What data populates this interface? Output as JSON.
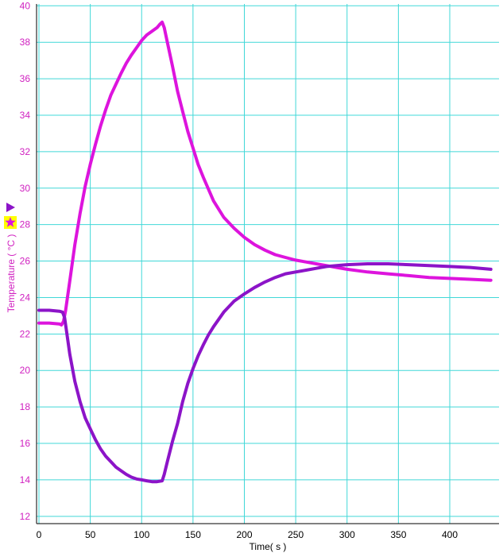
{
  "chart_data": {
    "type": "line",
    "xlabel": "Time( s )",
    "ylabel": "Temperature ( °C )",
    "xlim": [
      0,
      445
    ],
    "ylim": [
      11.6,
      40.1
    ],
    "xticks": [
      0,
      50,
      100,
      150,
      200,
      250,
      300,
      350,
      400
    ],
    "yticks": [
      12,
      14,
      16,
      18,
      20,
      22,
      24,
      26,
      28,
      30,
      32,
      34,
      36,
      38,
      40
    ],
    "grid": true,
    "legend": "left-side markers",
    "colors": {
      "grid": "#40d8d8",
      "ylabel": "#d020c0",
      "hot": "#dd14dd",
      "cold": "#8c14c8",
      "frame": "#000000"
    },
    "series": [
      {
        "marker": "star-icon",
        "color": "#dd14dd",
        "x": [
          0,
          10,
          20,
          22,
          24,
          25,
          26,
          28,
          30,
          35,
          40,
          45,
          50,
          55,
          60,
          65,
          70,
          75,
          80,
          85,
          90,
          95,
          100,
          105,
          110,
          115,
          118,
          120,
          122,
          125,
          130,
          135,
          140,
          145,
          150,
          155,
          160,
          170,
          180,
          190,
          200,
          210,
          220,
          230,
          240,
          250,
          260,
          270,
          280,
          290,
          300,
          320,
          340,
          360,
          380,
          400,
          420,
          440
        ],
        "y": [
          22.6,
          22.6,
          22.55,
          22.5,
          22.7,
          23.0,
          23.3,
          24.1,
          24.9,
          26.9,
          28.6,
          30.1,
          31.3,
          32.4,
          33.4,
          34.3,
          35.1,
          35.7,
          36.3,
          36.85,
          37.3,
          37.7,
          38.1,
          38.4,
          38.6,
          38.8,
          39.0,
          39.1,
          38.8,
          38.0,
          36.7,
          35.3,
          34.2,
          33.1,
          32.2,
          31.3,
          30.6,
          29.3,
          28.4,
          27.8,
          27.3,
          26.9,
          26.6,
          26.35,
          26.2,
          26.05,
          25.95,
          25.85,
          25.75,
          25.65,
          25.55,
          25.4,
          25.3,
          25.2,
          25.1,
          25.05,
          25.0,
          24.95
        ]
      },
      {
        "marker": "triangle-icon",
        "color": "#8c14c8",
        "x": [
          0,
          10,
          20,
          23,
          25,
          26,
          28,
          30,
          35,
          40,
          45,
          50,
          55,
          60,
          65,
          70,
          75,
          80,
          85,
          90,
          95,
          100,
          105,
          110,
          115,
          120,
          122,
          125,
          130,
          135,
          140,
          145,
          150,
          155,
          160,
          165,
          170,
          180,
          190,
          200,
          210,
          220,
          230,
          240,
          250,
          260,
          270,
          280,
          290,
          300,
          320,
          340,
          360,
          380,
          400,
          420,
          440
        ],
        "y": [
          23.3,
          23.3,
          23.25,
          23.2,
          22.9,
          22.5,
          21.7,
          20.9,
          19.4,
          18.3,
          17.4,
          16.8,
          16.2,
          15.7,
          15.3,
          15.0,
          14.7,
          14.5,
          14.3,
          14.15,
          14.05,
          14.0,
          13.95,
          13.9,
          13.9,
          13.95,
          14.3,
          15.0,
          16.1,
          17.1,
          18.3,
          19.3,
          20.1,
          20.8,
          21.4,
          21.95,
          22.4,
          23.2,
          23.8,
          24.2,
          24.55,
          24.85,
          25.1,
          25.3,
          25.4,
          25.5,
          25.6,
          25.7,
          25.75,
          25.8,
          25.85,
          25.85,
          25.8,
          25.75,
          25.7,
          25.65,
          25.55
        ]
      }
    ]
  }
}
